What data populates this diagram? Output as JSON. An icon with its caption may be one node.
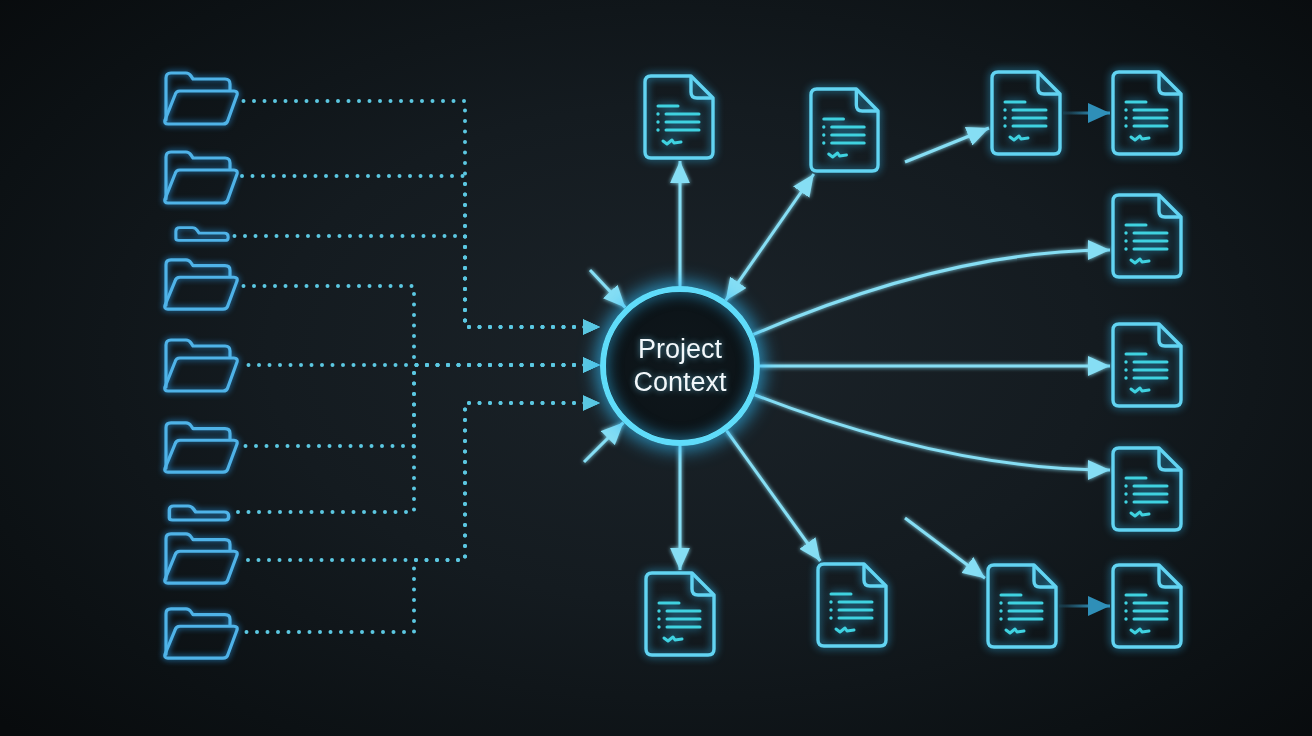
{
  "diagram": {
    "nodes": [
      {
        "text": [],
        "shape": "folder"
      },
      {
        "text": [],
        "shape": "folder"
      },
      {
        "text": [],
        "shape": "folder"
      },
      {
        "text": [],
        "shape": "folder"
      },
      {
        "text": [],
        "shape": "folder"
      },
      {
        "text": [],
        "shape": "folder"
      },
      {
        "text": [],
        "shape": "folder"
      },
      {
        "text": [],
        "shape": "folder"
      },
      {
        "text": [],
        "shape": "folder"
      },
      {
        "text": [
          "Project Context"
        ]
      },
      {
        "text": [],
        "shape": "document"
      },
      {
        "text": [],
        "shape": "document"
      },
      {
        "text": [],
        "shape": "document"
      },
      {
        "text": [],
        "shape": "document"
      },
      {
        "text": [],
        "shape": "document"
      },
      {
        "text": [],
        "shape": "document"
      },
      {
        "text": [],
        "shape": "document"
      },
      {
        "text": [],
        "shape": "document"
      },
      {
        "text": [],
        "shape": "document"
      },
      {
        "text": [],
        "shape": "document"
      },
      {
        "text": [],
        "shape": "document"
      }
    ],
    "edges": [
      {
        "from": 0,
        "to": 9,
        "arrow": "to",
        "style": "dashed"
      },
      {
        "from": 1,
        "to": 9,
        "arrow": "to",
        "style": "dashed"
      },
      {
        "from": 2,
        "to": 9,
        "arrow": "to",
        "style": "dashed"
      },
      {
        "from": 3,
        "to": 9,
        "arrow": "to",
        "style": "dashed"
      },
      {
        "from": 4,
        "to": 9,
        "arrow": "to",
        "style": "dashed"
      },
      {
        "from": 5,
        "to": 9,
        "arrow": "to",
        "style": "dashed"
      },
      {
        "from": 6,
        "to": 9,
        "arrow": "to",
        "style": "dashed"
      },
      {
        "from": 7,
        "to": 9,
        "arrow": "to",
        "style": "dashed"
      },
      {
        "from": 8,
        "to": 9,
        "arrow": "to",
        "style": "dashed"
      },
      {
        "from": null,
        "to": 9,
        "arrow": "to"
      },
      {
        "from": null,
        "to": 9,
        "arrow": "to"
      },
      {
        "from": 9,
        "to": 10,
        "arrow": "to"
      },
      {
        "from": 9,
        "to": 11,
        "arrow": "both"
      },
      {
        "from": null,
        "to": 12,
        "arrow": "to"
      },
      {
        "from": 12,
        "to": 13,
        "arrow": "to",
        "color": "#2f8fb8"
      },
      {
        "from": 9,
        "to": 14,
        "arrow": "to"
      },
      {
        "from": 9,
        "to": 15,
        "arrow": "to"
      },
      {
        "from": 9,
        "to": 16,
        "arrow": "to"
      },
      {
        "from": 9,
        "to": 17,
        "arrow": "to"
      },
      {
        "from": 9,
        "to": 18,
        "arrow": "to"
      },
      {
        "from": null,
        "to": 19,
        "arrow": "to"
      },
      {
        "from": 19,
        "to": 20,
        "arrow": "to",
        "color": "#2f8fb8"
      }
    ]
  }
}
